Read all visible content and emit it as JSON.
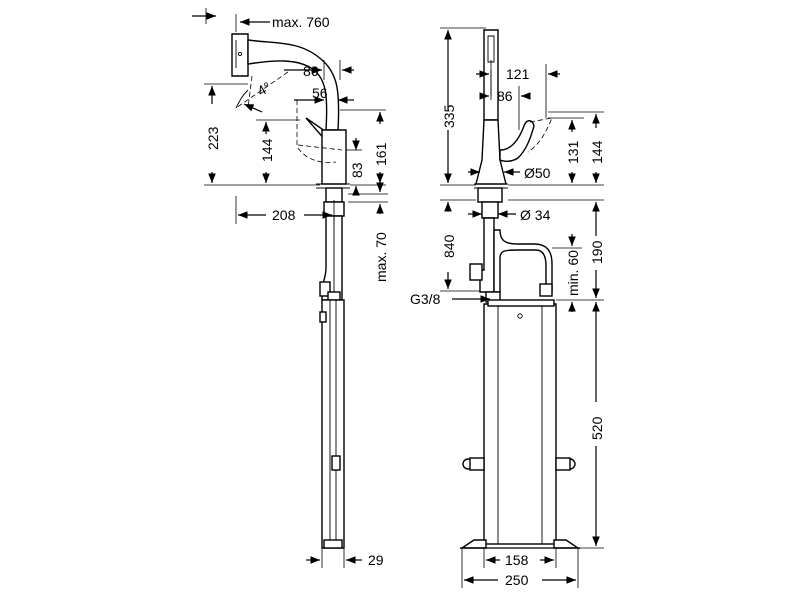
{
  "drawing": {
    "side_view": {
      "max_reach": "max. 760",
      "spout_outreach": "86",
      "handle_offset": "56",
      "angle": "4°",
      "spout_height": "223",
      "handle_height": "144",
      "body_height": "161",
      "lever_height": "83",
      "overall_projection": "208",
      "max_deck_thickness": "max. 70",
      "hose_width": "29"
    },
    "front_view": {
      "total_height": "335",
      "spout_width": "121",
      "head_width": "86",
      "body_diameter": "Ø50",
      "handle_height_right": "131",
      "handle_height_outer": "144",
      "hole_diameter": "Ø 34",
      "hose_length": "840",
      "connection_thread": "G3/8",
      "min_clearance": "min. 60",
      "hose_drop": "190",
      "box_height": "520",
      "box_width": "158",
      "base_width": "250"
    }
  }
}
